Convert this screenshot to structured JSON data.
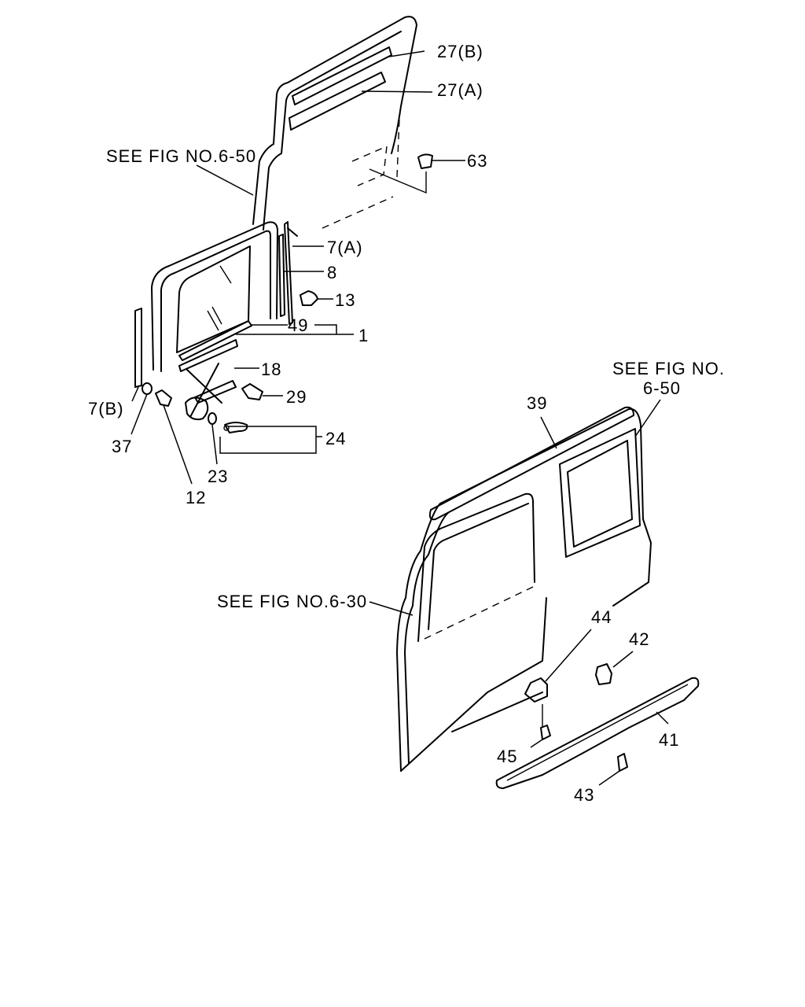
{
  "labels": {
    "p27b": "27(B)",
    "p27a": "27(A)",
    "see650_top": "SEE FIG NO.6-50",
    "p63": "63",
    "p7a": "7(A)",
    "p8": "8",
    "p13": "13",
    "p49": "49",
    "p1": "1",
    "p18": "18",
    "p29": "29",
    "p7b": "7(B)",
    "p37": "37",
    "p24": "24",
    "p23": "23",
    "p12": "12",
    "see_fig_no": "SEE FIG NO.",
    "fig_650": "6-50",
    "p39": "39",
    "see630": "SEE FIG NO.6-30",
    "p44": "44",
    "p42": "42",
    "p41": "41",
    "p45": "45",
    "p43": "43"
  }
}
